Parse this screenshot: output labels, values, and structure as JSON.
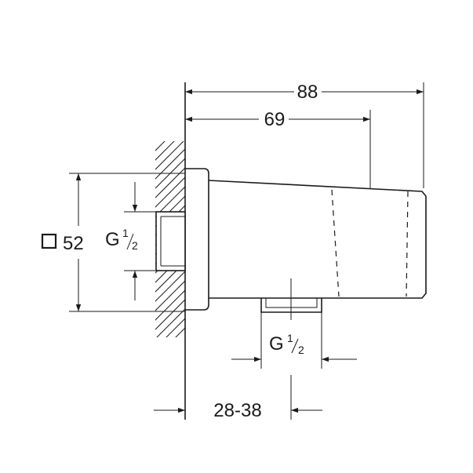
{
  "drawing": {
    "dimensions": {
      "overall_depth": "88",
      "body_depth": "69",
      "square_size": "52",
      "wall_thread_G": "G",
      "wall_thread_fraction_num": "1",
      "wall_thread_fraction_den": "2",
      "outlet_thread_G": "G",
      "outlet_thread_fraction_num": "1",
      "outlet_thread_fraction_den": "2",
      "projection_range": "28-38"
    }
  }
}
